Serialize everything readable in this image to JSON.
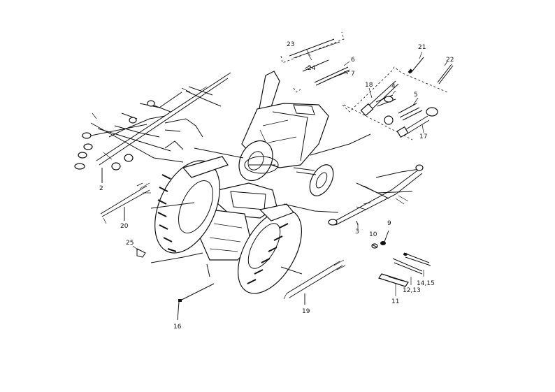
{
  "diagram": {
    "callouts": [
      {
        "id": "c1",
        "text": "23"
      },
      {
        "id": "c2",
        "text": "24"
      },
      {
        "id": "c3",
        "text": "6"
      },
      {
        "id": "c4",
        "text": "7"
      },
      {
        "id": "c5",
        "text": "21"
      },
      {
        "id": "c6",
        "text": "22"
      },
      {
        "id": "c7",
        "text": "18"
      },
      {
        "id": "c8",
        "text": "4"
      },
      {
        "id": "c9",
        "text": "5"
      },
      {
        "id": "c10",
        "text": "17"
      },
      {
        "id": "c11",
        "text": "2"
      },
      {
        "id": "c12",
        "text": "20"
      },
      {
        "id": "c13",
        "text": "25"
      },
      {
        "id": "c14",
        "text": "3"
      },
      {
        "id": "c15",
        "text": "10"
      },
      {
        "id": "c16",
        "text": "9"
      },
      {
        "id": "c17",
        "text": "11"
      },
      {
        "id": "c18",
        "text": "12,13"
      },
      {
        "id": "c19",
        "text": "14,15"
      },
      {
        "id": "c20",
        "text": "19"
      },
      {
        "id": "c21",
        "text": "16"
      }
    ]
  }
}
